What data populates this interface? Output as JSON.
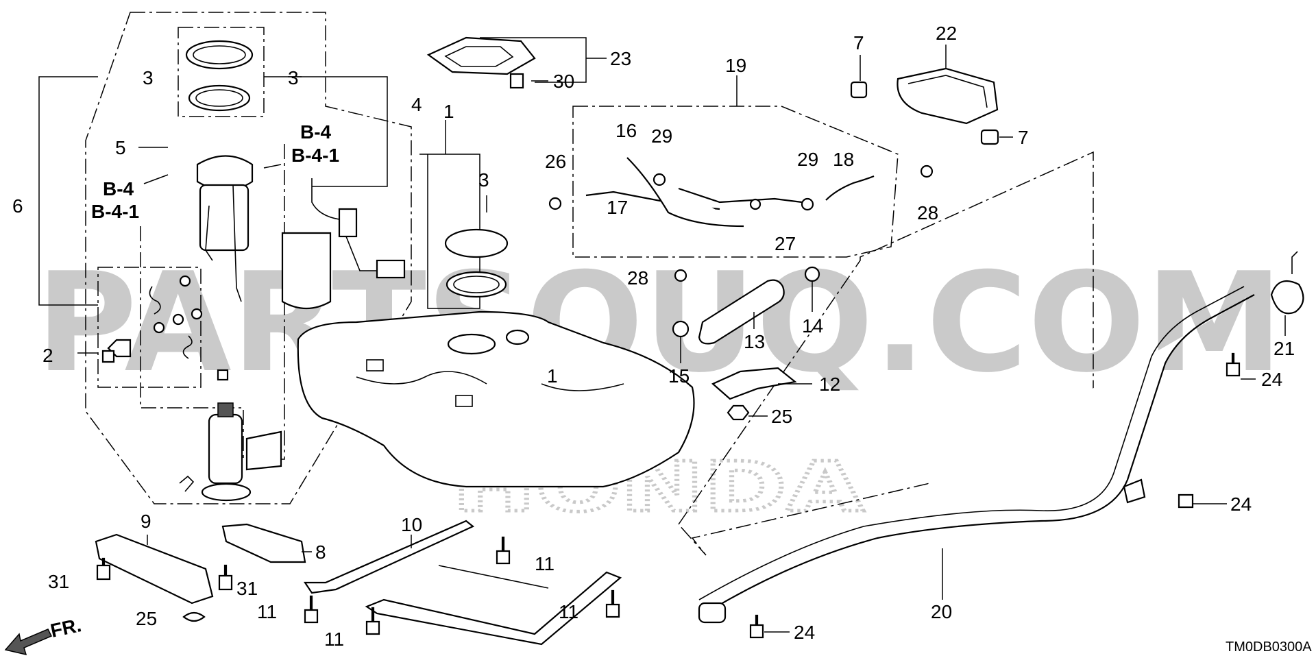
{
  "watermarks": {
    "main": "PARTSOUQ.COM",
    "brand": "HONDA"
  },
  "references": {
    "ref_right_top": "B-4",
    "ref_right_bottom": "B-4-1",
    "ref_left_top": "B-4",
    "ref_left_bottom": "B-4-1"
  },
  "callouts": {
    "c1a": "1",
    "c1b": "1",
    "c2": "2",
    "c3a": "3",
    "c3b": "3",
    "c3c": "3",
    "c4": "4",
    "c5": "5",
    "c6": "6",
    "c7a": "7",
    "c7b": "7",
    "c8": "8",
    "c9": "9",
    "c10": "10",
    "c11a": "11",
    "c11b": "11",
    "c11c": "11",
    "c11d": "11",
    "c12": "12",
    "c13": "13",
    "c14": "14",
    "c15": "15",
    "c16": "16",
    "c17": "17",
    "c18": "18",
    "c19": "19",
    "c20": "20",
    "c21": "21",
    "c22": "22",
    "c23": "23",
    "c24a": "24",
    "c24b": "24",
    "c24c": "24",
    "c25a": "25",
    "c25b": "25",
    "c26": "26",
    "c27": "27",
    "c28a": "28",
    "c28b": "28",
    "c29a": "29",
    "c29b": "29",
    "c30": "30",
    "c31a": "31",
    "c31b": "31"
  },
  "front_label": "FR.",
  "diagram_code": "TM0DB0300A"
}
